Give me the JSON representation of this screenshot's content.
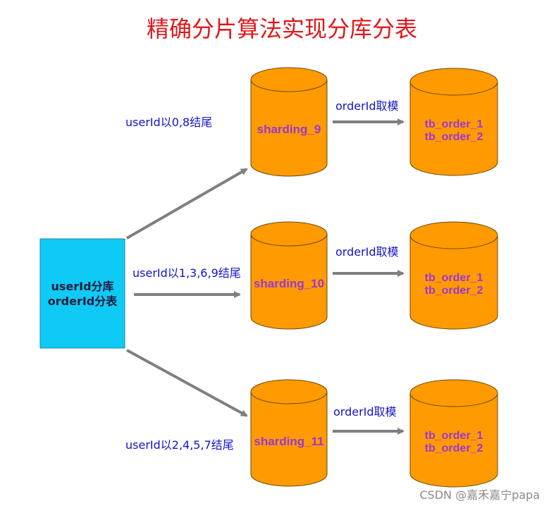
{
  "title": "精确分片算法实现分库分表",
  "source_box": {
    "line1": "userId分库",
    "line2": "orderId分表"
  },
  "routes": [
    {
      "label": "userId以0,8结尾"
    },
    {
      "label": "userId以1,3,6,9结尾"
    },
    {
      "label": "userId以2,4,5,7结尾"
    }
  ],
  "databases": [
    {
      "name": "sharding_9",
      "arrow_label": "orderId取模",
      "tables": [
        "tb_order_1",
        "tb_order_2"
      ]
    },
    {
      "name": "sharding_10",
      "arrow_label": "orderId取模",
      "tables": [
        "tb_order_1",
        "tb_order_2"
      ]
    },
    {
      "name": "sharding_11",
      "arrow_label": "orderId取模",
      "tables": [
        "tb_order_1",
        "tb_order_2"
      ]
    }
  ],
  "watermark": "CSDN @嘉禾嘉宁papa",
  "colors": {
    "title": "#e0181b",
    "source_box_fill": "#0fcaf5",
    "cylinder_fill": "#ff9a00",
    "cylinder_stroke": "#6a4a00",
    "arrow": "#7f7f7f",
    "route_label": "#1313c8",
    "db_label": "#9b37d6"
  }
}
